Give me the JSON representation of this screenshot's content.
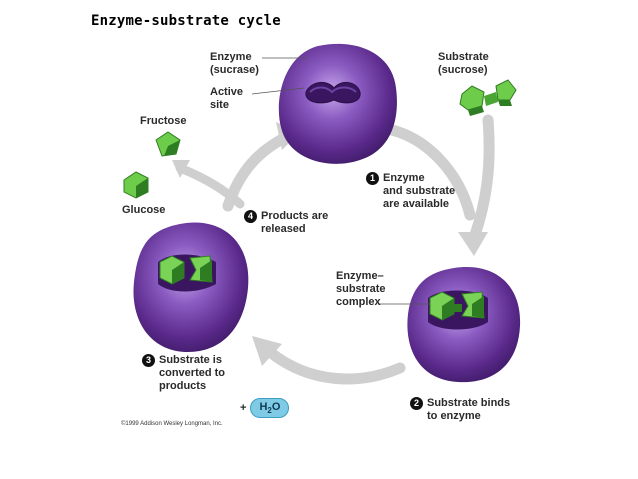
{
  "title": "Enzyme-substrate cycle",
  "labels": {
    "enzyme_line1": "Enzyme",
    "enzyme_line2": "(sucrase)",
    "active_line1": "Active",
    "active_line2": "site",
    "substrate_line1": "Substrate",
    "substrate_line2": "(sucrose)",
    "fructose": "Fructose",
    "glucose": "Glucose",
    "complex_line1": "Enzyme–",
    "complex_line2": "substrate",
    "complex_line3": "complex"
  },
  "steps": [
    {
      "number": "1",
      "line1": "Enzyme",
      "line2": "and substrate",
      "line3": "are available"
    },
    {
      "number": "2",
      "line1": "Substrate binds",
      "line2": "to enzyme"
    },
    {
      "number": "3",
      "line1": "Substrate is",
      "line2": "converted to",
      "line3": "products"
    },
    {
      "number": "4",
      "line1": "Products are",
      "line2": "released"
    }
  ],
  "water": {
    "plus": "+",
    "h": "H",
    "sub": "2",
    "o": "O"
  },
  "copyright": "©1999 Addison Wesley Longman, Inc.",
  "colors": {
    "enzyme": "#5b2a8c",
    "enzyme_light": "#a77fd3",
    "substrate_green": "#5dbb3f",
    "substrate_dark": "#2f7d22",
    "arrow_gray": "#d0d0d0",
    "water_blue": "#7fcbe6"
  }
}
